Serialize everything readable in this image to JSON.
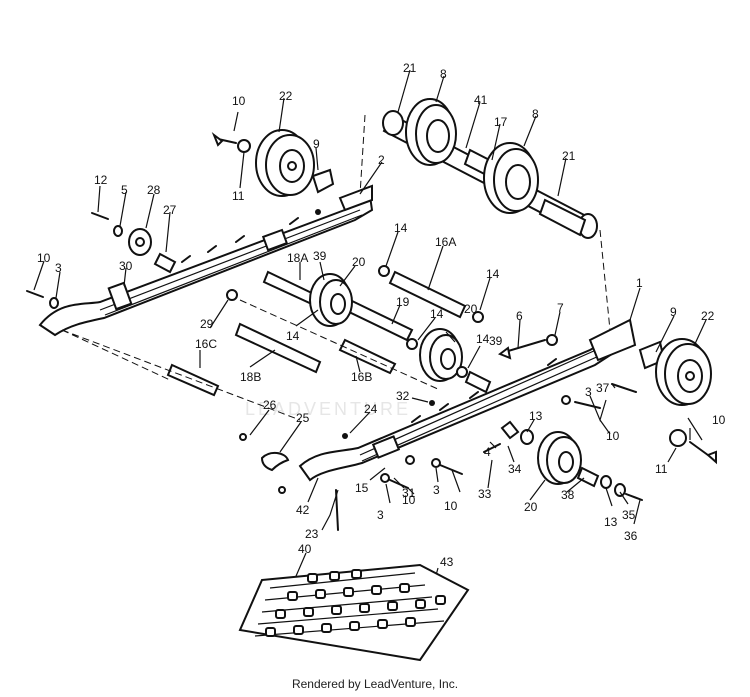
{
  "diagram": {
    "callouts": {
      "c10a": "10",
      "c22a": "22",
      "c9a": "9",
      "c11a": "11",
      "c2": "2",
      "c21a": "21",
      "c8a": "8",
      "c41": "41",
      "c17": "17",
      "c8b": "8",
      "c21b": "21",
      "c12": "12",
      "c5": "5",
      "c28": "28",
      "c27": "27",
      "c10b": "10",
      "c3a": "3",
      "c30": "30",
      "c14a": "14",
      "c16a": "16A",
      "c18a": "18A",
      "c39a": "39",
      "c20a": "20",
      "c14b": "14",
      "c29": "29",
      "c14c": "14",
      "c19": "19",
      "c14d": "14",
      "c20b": "20",
      "c14e": "14",
      "c39b": "39",
      "c6": "6",
      "c7": "7",
      "c1": "1",
      "c9b": "9",
      "c22b": "22",
      "c16c": "16C",
      "c18b": "18B",
      "c16b": "16B",
      "c32": "32",
      "c37": "37",
      "c3b": "3",
      "c10c": "10",
      "c26": "26",
      "c25": "25",
      "c24": "24",
      "c13a": "13",
      "c4": "4",
      "c34": "34",
      "c15": "15",
      "c31": "31",
      "c3c": "3",
      "c10d": "10",
      "c33": "33",
      "c20c": "20",
      "c42": "42",
      "c3d": "3",
      "c10e": "10",
      "c38": "38",
      "c13b": "13",
      "c35": "35",
      "c36": "36",
      "c10f": "10",
      "c11b": "11",
      "c23": "23",
      "c40": "40",
      "c43": "43"
    },
    "watermark": "LEADVENTURE"
  },
  "footer": {
    "text": "Rendered by LeadVenture, Inc."
  }
}
